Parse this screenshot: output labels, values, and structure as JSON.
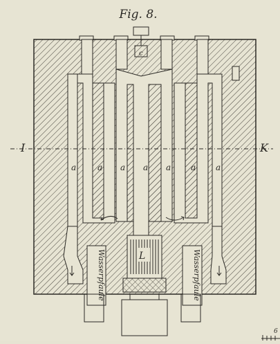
{
  "figure": {
    "title": "Fig. 8.",
    "section_left": "I",
    "section_right": "K",
    "channel_label": "a",
    "part_c": "c",
    "part_l": "L",
    "left_pillar": "Wasserpfaule",
    "right_pillar": "Wasserpfaule",
    "scale_mark": "6"
  },
  "colors": {
    "paper": "#e7e4d3",
    "ink": "#2b2925",
    "hatch": "#4a4740"
  }
}
